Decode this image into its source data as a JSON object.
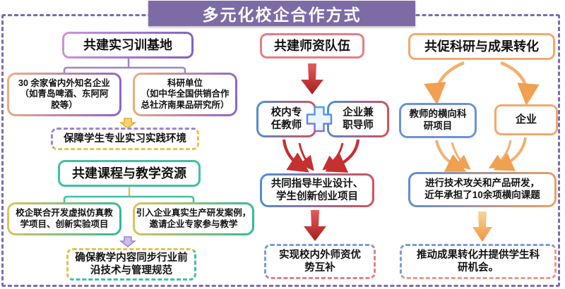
{
  "title": "多元化校企合作方式",
  "left": {
    "header": "共建实习训基地",
    "enterprise_box": "30 余家省内外知名企业\n（如青岛啤酒、东阿阿\n胶等）",
    "research_box": "科研单位\n（如中华全国供销合作\n总社济南果品研究所）",
    "practice_outcome": "保障学生专业实习实践环境",
    "course_header": "共建课程与教学资源",
    "virtual_box": "校企联合开发虚拟仿真教\n学项目、创新实验项目",
    "case_box": "引入企业真实生产研发案例，\n邀请企业专家参与教学",
    "teaching_outcome": "确保教学内容同步行业前\n沿技术与管理规范"
  },
  "middle": {
    "header": "共建师资队伍",
    "school_teacher_box": "校内专\n任教师",
    "plus": "+",
    "enterprise_mentor_box": "企业兼\n职导师",
    "joint_box": "共同指导毕业设计、\n学生创新创业项目",
    "outcome": "实现校内外师资优\n势互补"
  },
  "right": {
    "header": "共促科研与成果转化",
    "teacher_project_box": "教师的横向科\n研项目",
    "enterprise_box": "企业",
    "rd_box": "进行技术攻关和产品研发，\n近年承担了10余项横向课题",
    "outcome": "推动成果转化并提供学生科\n研机会。"
  },
  "colors": {
    "title_bg": "#7D6BA6",
    "frame_border": "#7C6BB0",
    "purple": "#9B86CF",
    "pink_red": "#E87C85",
    "orange": "#F3A96B",
    "teal": "#3FC0A5",
    "yellow": "#E7C052",
    "blue": "#6B93D8",
    "red_arrow": "#C53030"
  }
}
